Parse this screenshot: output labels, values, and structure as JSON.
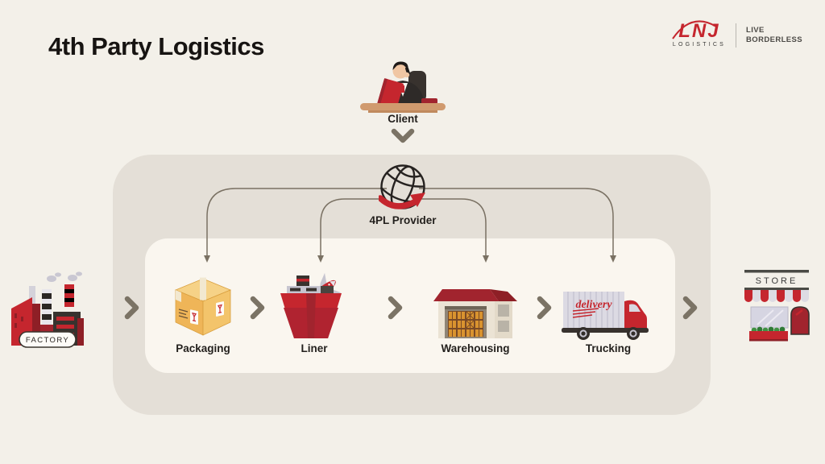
{
  "title": "4th Party Logistics",
  "logo": {
    "brand": "LNJ",
    "brand_sub": "LOGISTICS",
    "tagline_line1": "LIVE",
    "tagline_line2": "BORDERLESS"
  },
  "client": {
    "label": "Client"
  },
  "provider": {
    "label": "4PL Provider"
  },
  "stages": [
    {
      "label": "Packaging"
    },
    {
      "label": "Liner"
    },
    {
      "label": "Warehousing"
    },
    {
      "label": "Trucking",
      "icon_text": "delivery"
    }
  ],
  "endpoints": {
    "factory": "FACTORY",
    "store": "STORE"
  },
  "colors": {
    "background": "#f3f0e9",
    "panel_outer": "#e4dfd7",
    "panel_inner": "#faf6ef",
    "brand_red": "#c5262e",
    "dark_red": "#a1242e",
    "charcoal": "#38322e",
    "taupe": "#7b7365",
    "text": "#221f1c"
  }
}
